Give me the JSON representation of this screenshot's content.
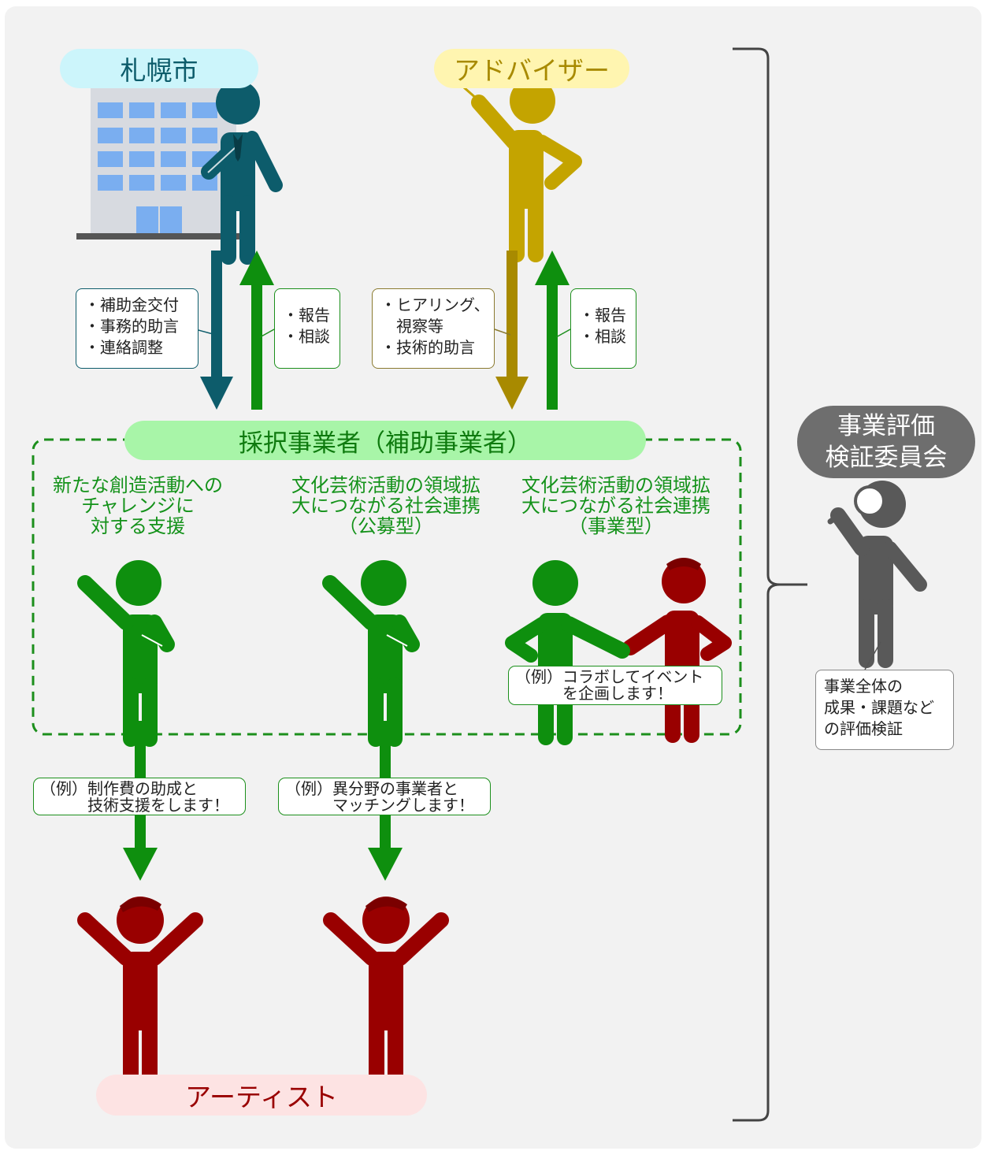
{
  "colors": {
    "city": "#0d5c6b",
    "advisor": "#c4a400",
    "advisor_arrow": "#a88a00",
    "operator": "#0e8f0e",
    "artist": "#990000",
    "committee": "#595959",
    "city_pill": "#ccf5fb",
    "advisor_pill": "#fff5b0",
    "operator_pill": "#a8f5a8",
    "artist_pill": "#fde3e3",
    "committee_pill": "#6e6e6e"
  },
  "labels": {
    "city": "札幌市",
    "advisor": "アドバイザー",
    "operator": "採択事業者（補助事業者）",
    "artist": "アーティスト",
    "committee": "事業評価\n検証委員会"
  },
  "boxes": {
    "city_support": "・補助金交付\n・事務的助言\n・連絡調整",
    "city_report": "・報告\n・相談",
    "advisor_support": "・ヒアリング、\n　視察等\n・技術的助言",
    "advisor_report": "・報告\n・相談",
    "committee_note": "事業全体の\n成果・課題など\nの評価検証"
  },
  "categories": [
    "新たな創造活動への\nチャレンジに\n対する支援",
    "文化芸術活動の領域拡\n大につながる社会連携\n（公募型）",
    "文化芸術活動の領域拡\n大につながる社会連携\n（事業型）"
  ],
  "examples": {
    "ex1": "（例）制作費の助成と\n　　　技術支援をします！",
    "ex2": "（例）異分野の事業者と\n　　　マッチングします！",
    "ex3": "（例）コラボしてイベント\n　　　を企画します！"
  }
}
